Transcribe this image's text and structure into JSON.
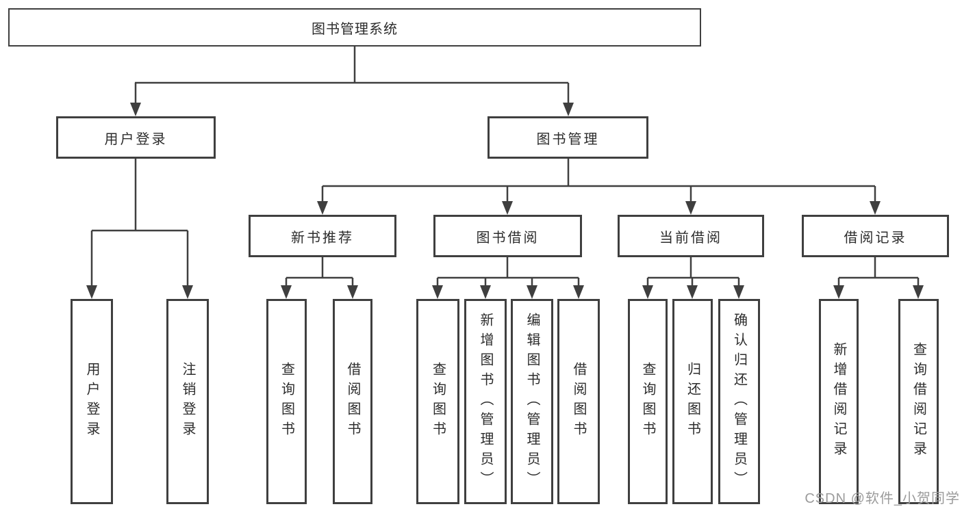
{
  "diagram": {
    "watermark": "CSDN @软件_小贺同学",
    "colors": {
      "line": "#3f3f3f",
      "box_border": "#3f3f3f",
      "text": "#2c2c2c",
      "watermark_text": "#9b9b9b",
      "background": "#ffffff"
    },
    "tree": {
      "label": "图书管理系统",
      "children": [
        {
          "label": "用户登录",
          "children": [
            {
              "label": "用户登录"
            },
            {
              "label": "注销登录"
            }
          ]
        },
        {
          "label": "图书管理",
          "children": [
            {
              "label": "新书推荐",
              "children": [
                {
                  "label": "查询图书"
                },
                {
                  "label": "借阅图书"
                }
              ]
            },
            {
              "label": "图书借阅",
              "children": [
                {
                  "label": "查询图书"
                },
                {
                  "label": "新增图书（管理员）"
                },
                {
                  "label": "编辑图书（管理员）"
                },
                {
                  "label": "借阅图书"
                }
              ]
            },
            {
              "label": "当前借阅",
              "children": [
                {
                  "label": "查询图书"
                },
                {
                  "label": "归还图书"
                },
                {
                  "label": "确认归还（管理员）"
                }
              ]
            },
            {
              "label": "借阅记录",
              "children": [
                {
                  "label": "新增借阅记录"
                },
                {
                  "label": "查询借阅记录"
                }
              ]
            }
          ]
        }
      ]
    }
  }
}
